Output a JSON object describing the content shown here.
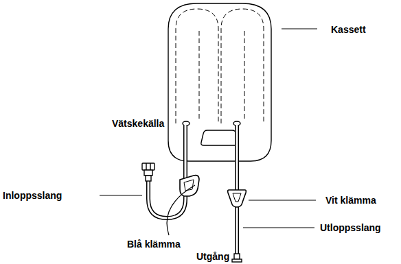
{
  "diagram": {
    "labels": [
      "Kassett",
      "Vätskekälla",
      "Inloppsslang",
      "Blå klämma",
      "Vit klämma",
      "Utloppsslang",
      "Utgång"
    ]
  }
}
